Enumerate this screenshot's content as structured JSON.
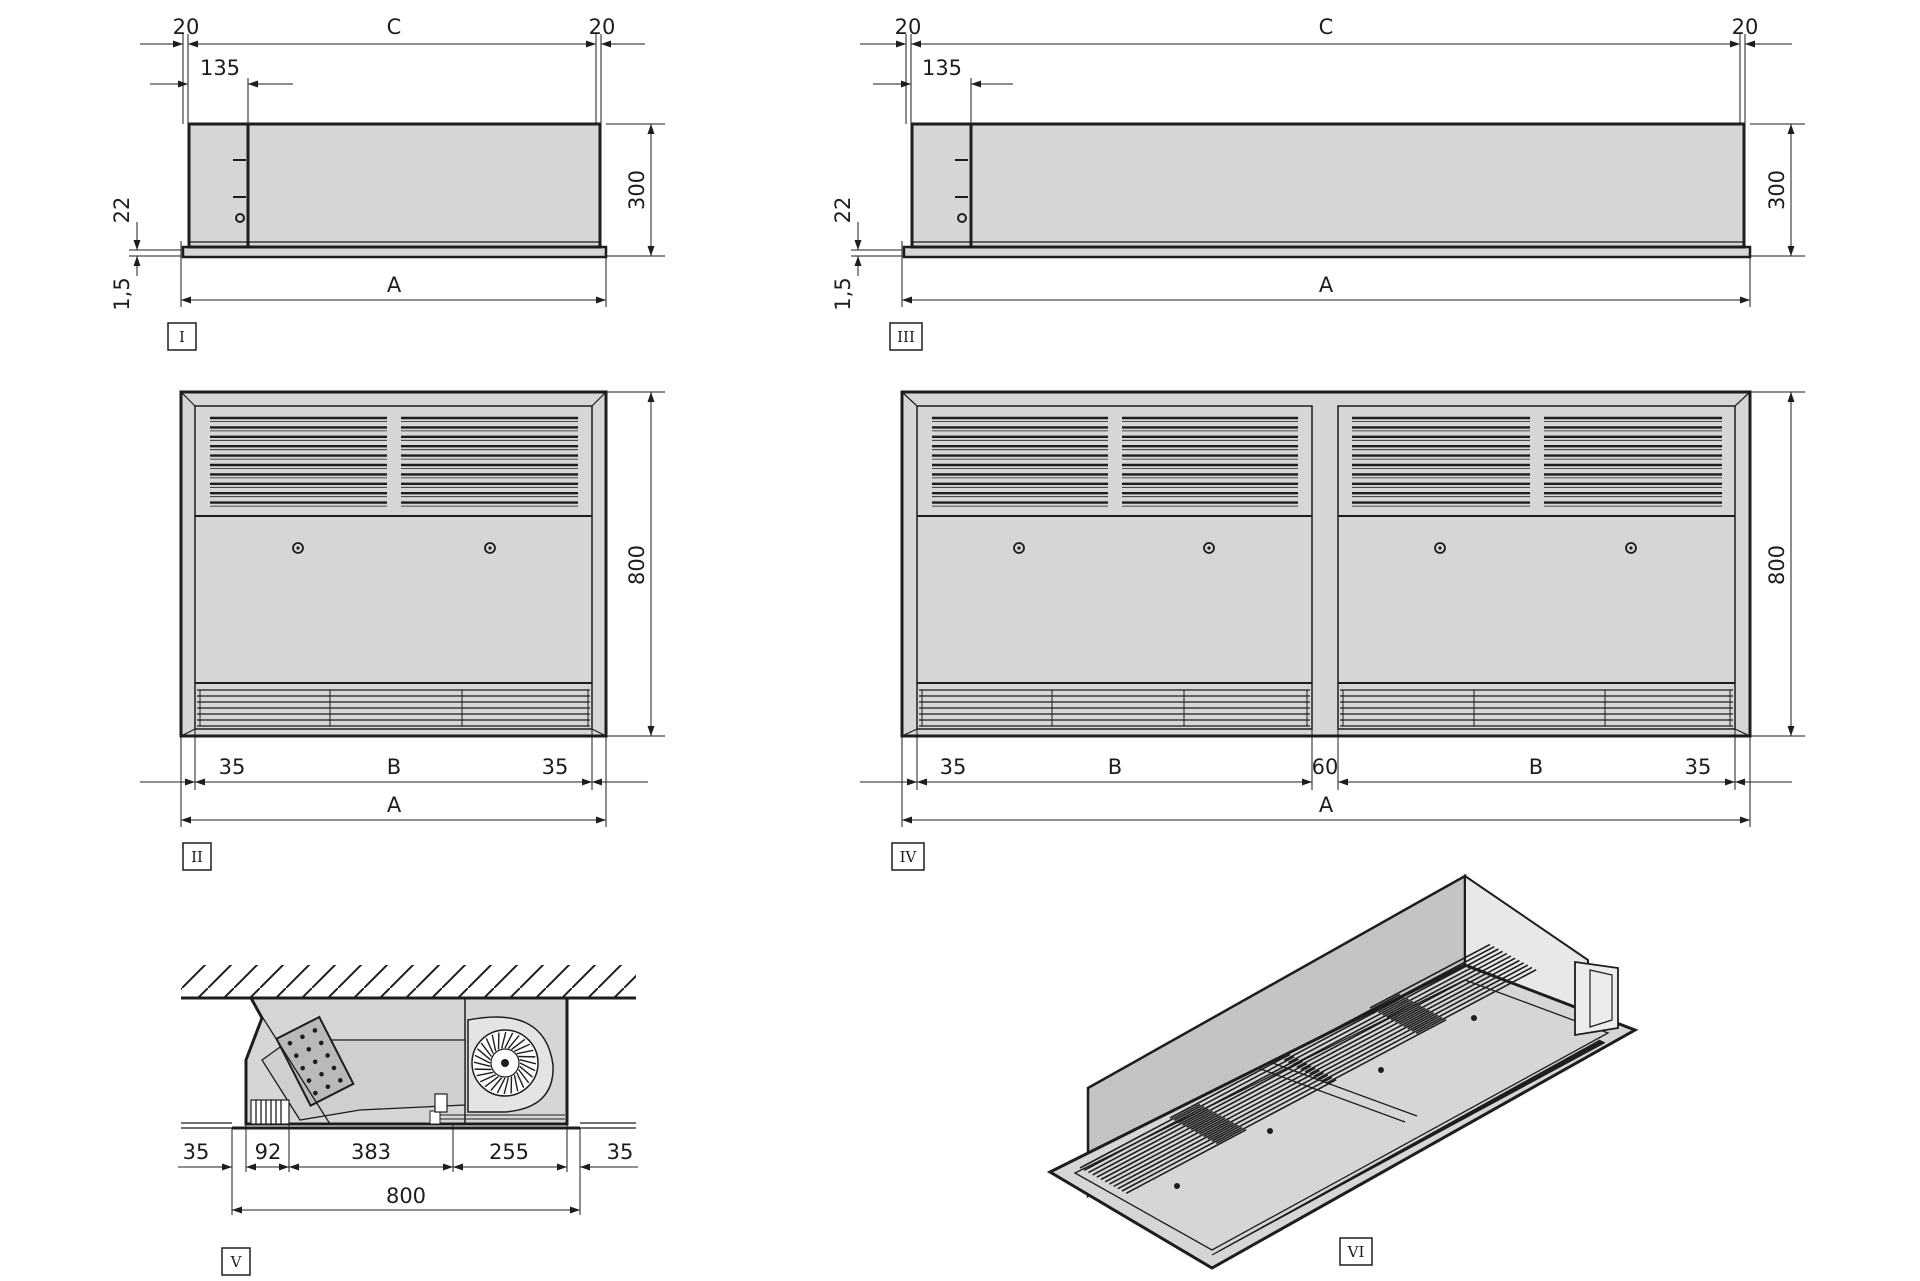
{
  "colors": {
    "line": "#1d1d1b",
    "panel_fill": "#d6d6d6",
    "panel_dark": "#b9b9b9",
    "background": "#ffffff"
  },
  "view_I": {
    "label": "I",
    "dims": {
      "c": "C",
      "left_20": "20",
      "right_20": "20",
      "d135": "135",
      "h300": "300",
      "d22": "22",
      "d15": "1,5",
      "a": "A"
    }
  },
  "view_II": {
    "label": "II",
    "dims": {
      "h800": "800",
      "l35": "35",
      "b": "B",
      "r35": "35",
      "a": "A"
    }
  },
  "view_III": {
    "label": "III",
    "dims": {
      "c": "C",
      "left_20": "20",
      "right_20": "20",
      "d135": "135",
      "h300": "300",
      "d22": "22",
      "d15": "1,5",
      "a": "A"
    }
  },
  "view_IV": {
    "label": "IV",
    "dims": {
      "h800": "800",
      "l35": "35",
      "b1": "B",
      "d60": "60",
      "b2": "B",
      "r35": "35",
      "a": "A"
    }
  },
  "view_V": {
    "label": "V",
    "dims": {
      "l35": "35",
      "d92": "92",
      "d383": "383",
      "d255": "255",
      "r35": "35",
      "d800": "800"
    }
  },
  "view_VI": {
    "label": "VI"
  }
}
